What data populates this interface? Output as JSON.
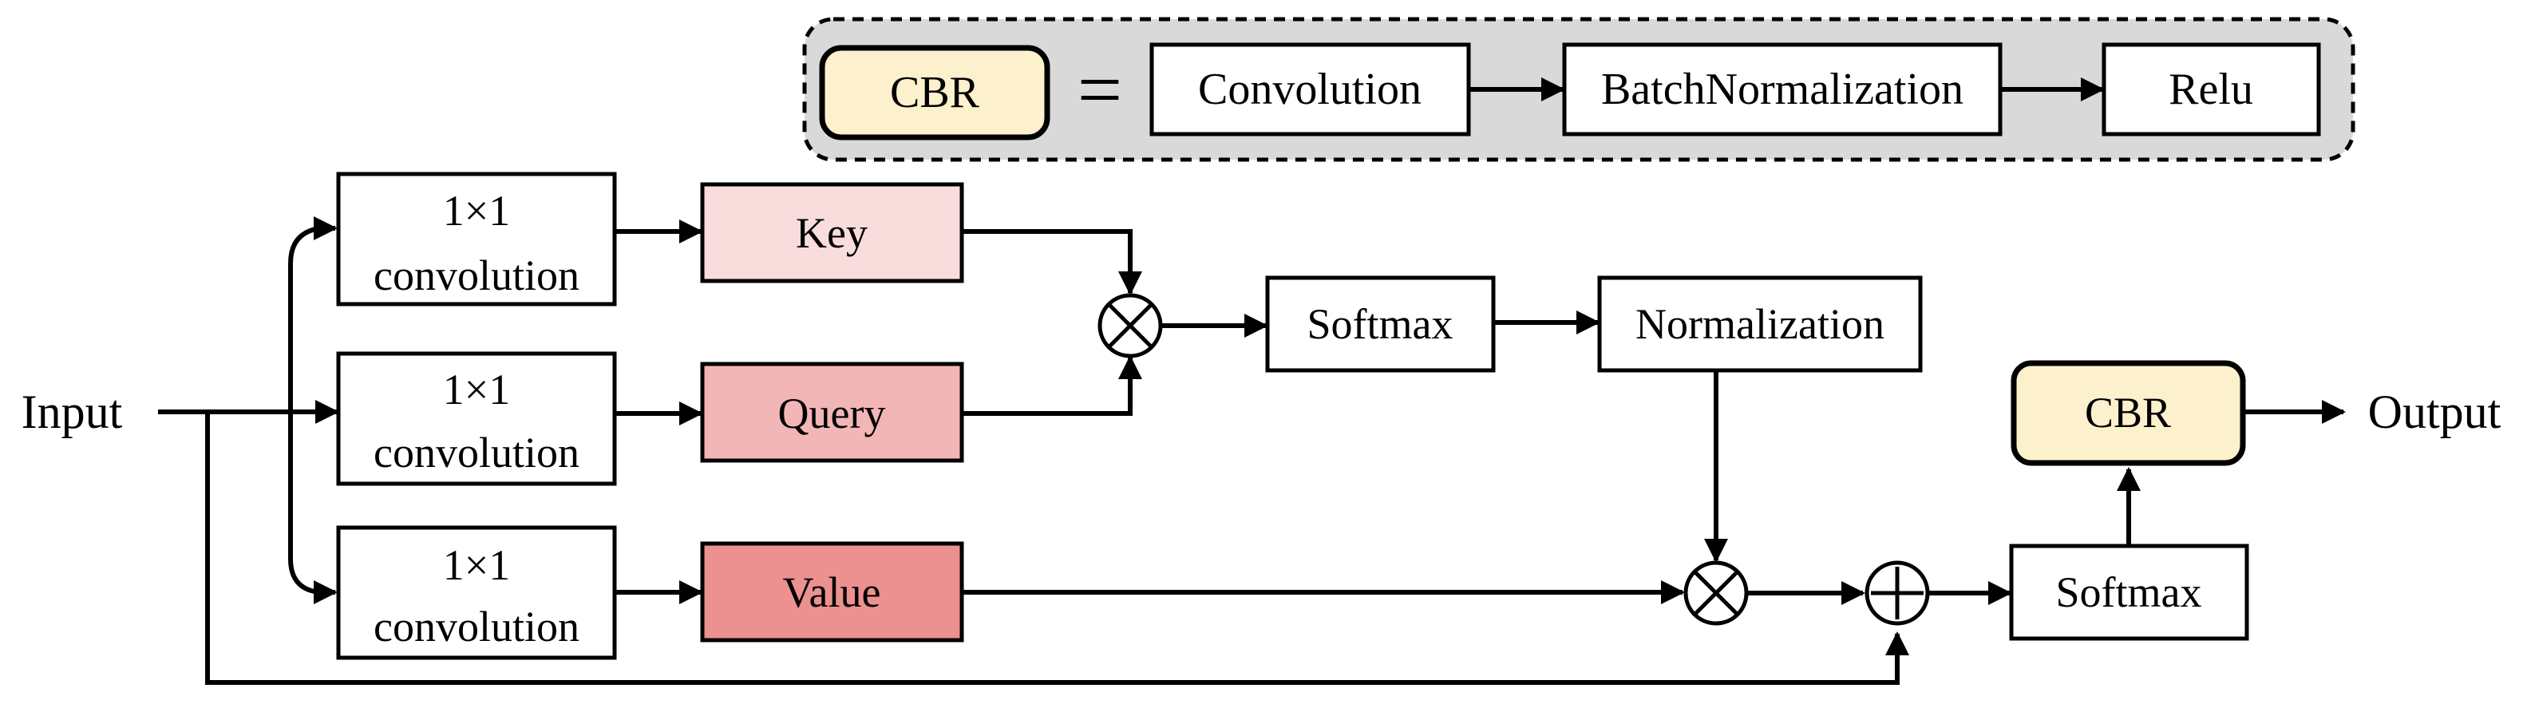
{
  "legend": {
    "cbr": "CBR",
    "equals": "=",
    "steps": [
      "Convolution",
      "BatchNormalization",
      "Relu"
    ]
  },
  "labels": {
    "input": "Input",
    "output": "Output"
  },
  "branches": [
    {
      "conv_line1": "1×1",
      "conv_line2": "convolution",
      "name": "Key"
    },
    {
      "conv_line1": "1×1",
      "conv_line2": "convolution",
      "name": "Query"
    },
    {
      "conv_line1": "1×1",
      "conv_line2": "convolution",
      "name": "Value"
    }
  ],
  "blocks": {
    "softmax_top": "Softmax",
    "normalization": "Normalization",
    "softmax_bottom": "Softmax",
    "cbr": "CBR"
  },
  "colors": {
    "key_fill": "#f9dcdc",
    "query_fill": "#f3b6b6",
    "value_fill": "#ec9090",
    "cbr_fill": "#fdf0cc",
    "legend_bg": "#d9d9d9"
  }
}
